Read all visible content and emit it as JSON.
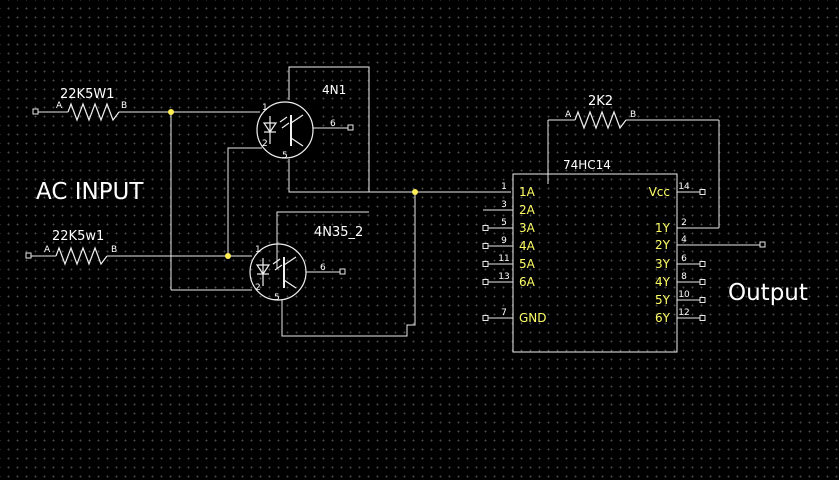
{
  "labels": {
    "ac_input": "AC INPUT",
    "output": "Output"
  },
  "resistors": {
    "r1": {
      "name": "22K5W1",
      "pin_a": "A",
      "pin_b": "B"
    },
    "r2": {
      "name": "22K5w1",
      "pin_a": "A",
      "pin_b": "B"
    },
    "r3": {
      "name": "2K2",
      "pin_a": "A",
      "pin_b": "B"
    }
  },
  "optocouplers": {
    "u1": {
      "name": "4N1",
      "pins": [
        "1",
        "2",
        "6",
        "5"
      ]
    },
    "u2": {
      "name": "4N35_2",
      "pins": [
        "1",
        "2",
        "6",
        "5"
      ]
    }
  },
  "ic": {
    "name": "74HC14",
    "left_pins": [
      {
        "num": "1",
        "name": "1A"
      },
      {
        "num": "3",
        "name": "2A"
      },
      {
        "num": "5",
        "name": "3A"
      },
      {
        "num": "9",
        "name": "4A"
      },
      {
        "num": "11",
        "name": "5A"
      },
      {
        "num": "13",
        "name": "6A"
      },
      {
        "num": "7",
        "name": "GND"
      }
    ],
    "right_pins": [
      {
        "num": "14",
        "name": "Vcc"
      },
      {
        "num": "2",
        "name": "1Y"
      },
      {
        "num": "4",
        "name": "2Y"
      },
      {
        "num": "6",
        "name": "3Y"
      },
      {
        "num": "8",
        "name": "4Y"
      },
      {
        "num": "10",
        "name": "5Y"
      },
      {
        "num": "12",
        "name": "6Y"
      }
    ]
  },
  "colors": {
    "background": "#000000",
    "wire": "#e8e8e8",
    "junction": "#ffee55",
    "pin_name": "#ffff66"
  }
}
